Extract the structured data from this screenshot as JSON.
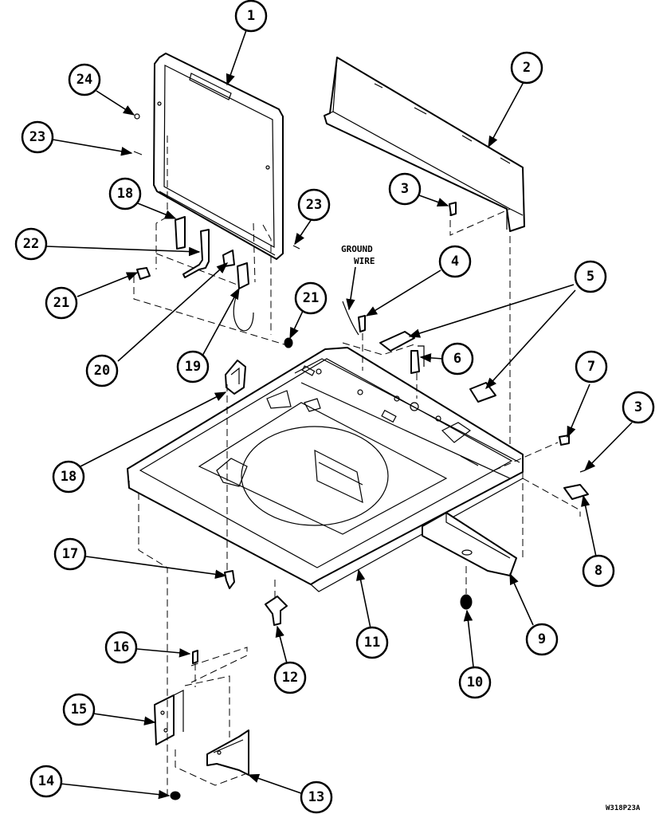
{
  "annotation": {
    "line1": "GROUND",
    "line2": "WIRE"
  },
  "drawing_code": "W318P23A",
  "callouts": [
    {
      "id": "c1",
      "label": "1"
    },
    {
      "id": "c2",
      "label": "2"
    },
    {
      "id": "c24",
      "label": "24"
    },
    {
      "id": "c23a",
      "label": "23"
    },
    {
      "id": "c3a",
      "label": "3"
    },
    {
      "id": "c18a",
      "label": "18"
    },
    {
      "id": "c23b",
      "label": "23"
    },
    {
      "id": "c22",
      "label": "22"
    },
    {
      "id": "c4",
      "label": "4"
    },
    {
      "id": "c5",
      "label": "5"
    },
    {
      "id": "c21a",
      "label": "21"
    },
    {
      "id": "c21b",
      "label": "21"
    },
    {
      "id": "c6",
      "label": "6"
    },
    {
      "id": "c20",
      "label": "20"
    },
    {
      "id": "c19",
      "label": "19"
    },
    {
      "id": "c7",
      "label": "7"
    },
    {
      "id": "c3b",
      "label": "3"
    },
    {
      "id": "c18b",
      "label": "18"
    },
    {
      "id": "c17",
      "label": "17"
    },
    {
      "id": "c8",
      "label": "8"
    },
    {
      "id": "c11",
      "label": "11"
    },
    {
      "id": "c9",
      "label": "9"
    },
    {
      "id": "c16",
      "label": "16"
    },
    {
      "id": "c12",
      "label": "12"
    },
    {
      "id": "c10",
      "label": "10"
    },
    {
      "id": "c15",
      "label": "15"
    },
    {
      "id": "c14",
      "label": "14"
    },
    {
      "id": "c13",
      "label": "13"
    }
  ]
}
